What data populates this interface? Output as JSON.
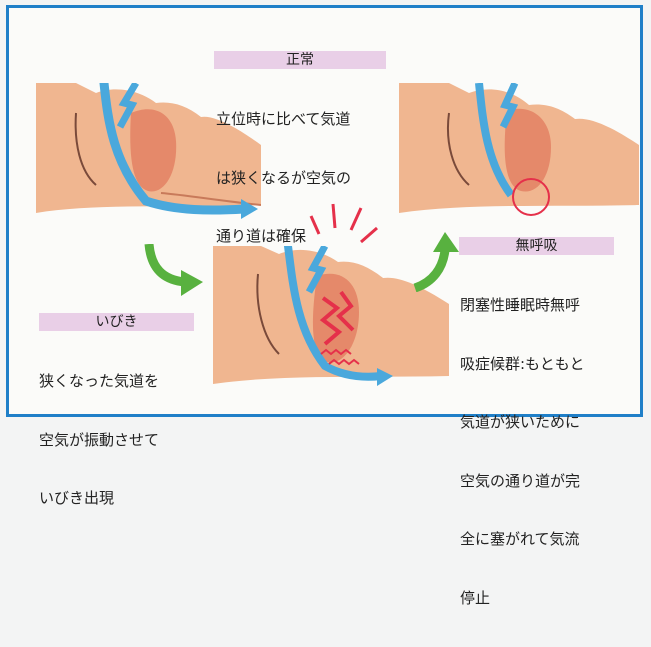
{
  "normal": {
    "title": "正常",
    "lines": [
      "立位時に比べて気道",
      "は狭くなるが空気の",
      "通り道は確保"
    ]
  },
  "snoring": {
    "title": "いびき",
    "lines": [
      "狭くなった気道を",
      "空気が振動させて",
      "いびき出現"
    ]
  },
  "apnea": {
    "title": "無呼吸",
    "lines": [
      "閉塞性睡眠時無呼",
      "吸症候群:もともと",
      "気道が狭いために",
      "空気の通り道が完",
      "全に塞がれて気流",
      "停止"
    ]
  },
  "colors": {
    "border": "#1f7fc8",
    "skin": "#f0b690",
    "tissue": "#e5896a",
    "airflow": "#4aa8dc",
    "arrow": "#58b13f",
    "alert": "#e5304a",
    "label_bg": "#e9cfe7"
  }
}
